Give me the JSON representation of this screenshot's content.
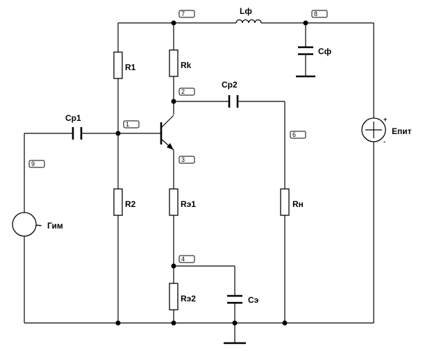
{
  "components": {
    "R1": "R1",
    "R2": "R2",
    "Rk": "Rk",
    "Re1": "Rэ1",
    "Re2": "Rэ2",
    "Rn": "Rн",
    "Cp1": "Cp1",
    "Cp2": "Cp2",
    "Ce": "Cэ",
    "Cf": "Cф",
    "Lf": "Lф",
    "Epit": "Eпит",
    "Gim": "Гим"
  },
  "source_marks": {
    "gim_symbol": "~",
    "epit_plus": "+",
    "epit_minus": "-"
  },
  "nodes": [
    "1",
    "2",
    "3",
    "4",
    "6",
    "7",
    "8",
    "9"
  ]
}
